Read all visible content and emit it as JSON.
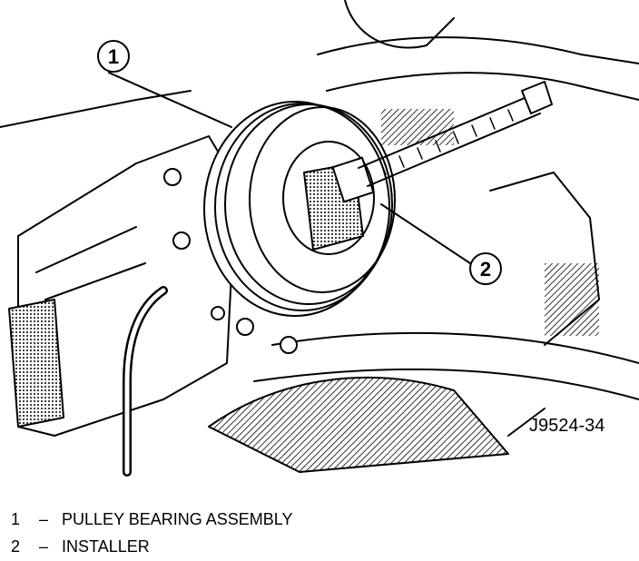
{
  "diagram": {
    "figure_id": "J9524-34",
    "callouts": [
      {
        "number": "1",
        "label": "PULLEY BEARING ASSEMBLY"
      },
      {
        "number": "2",
        "label": "INSTALLER"
      }
    ],
    "legend_separator": "–",
    "colors": {
      "ink": "#000000",
      "paper": "#ffffff",
      "shade": "#8a8a8a"
    }
  }
}
